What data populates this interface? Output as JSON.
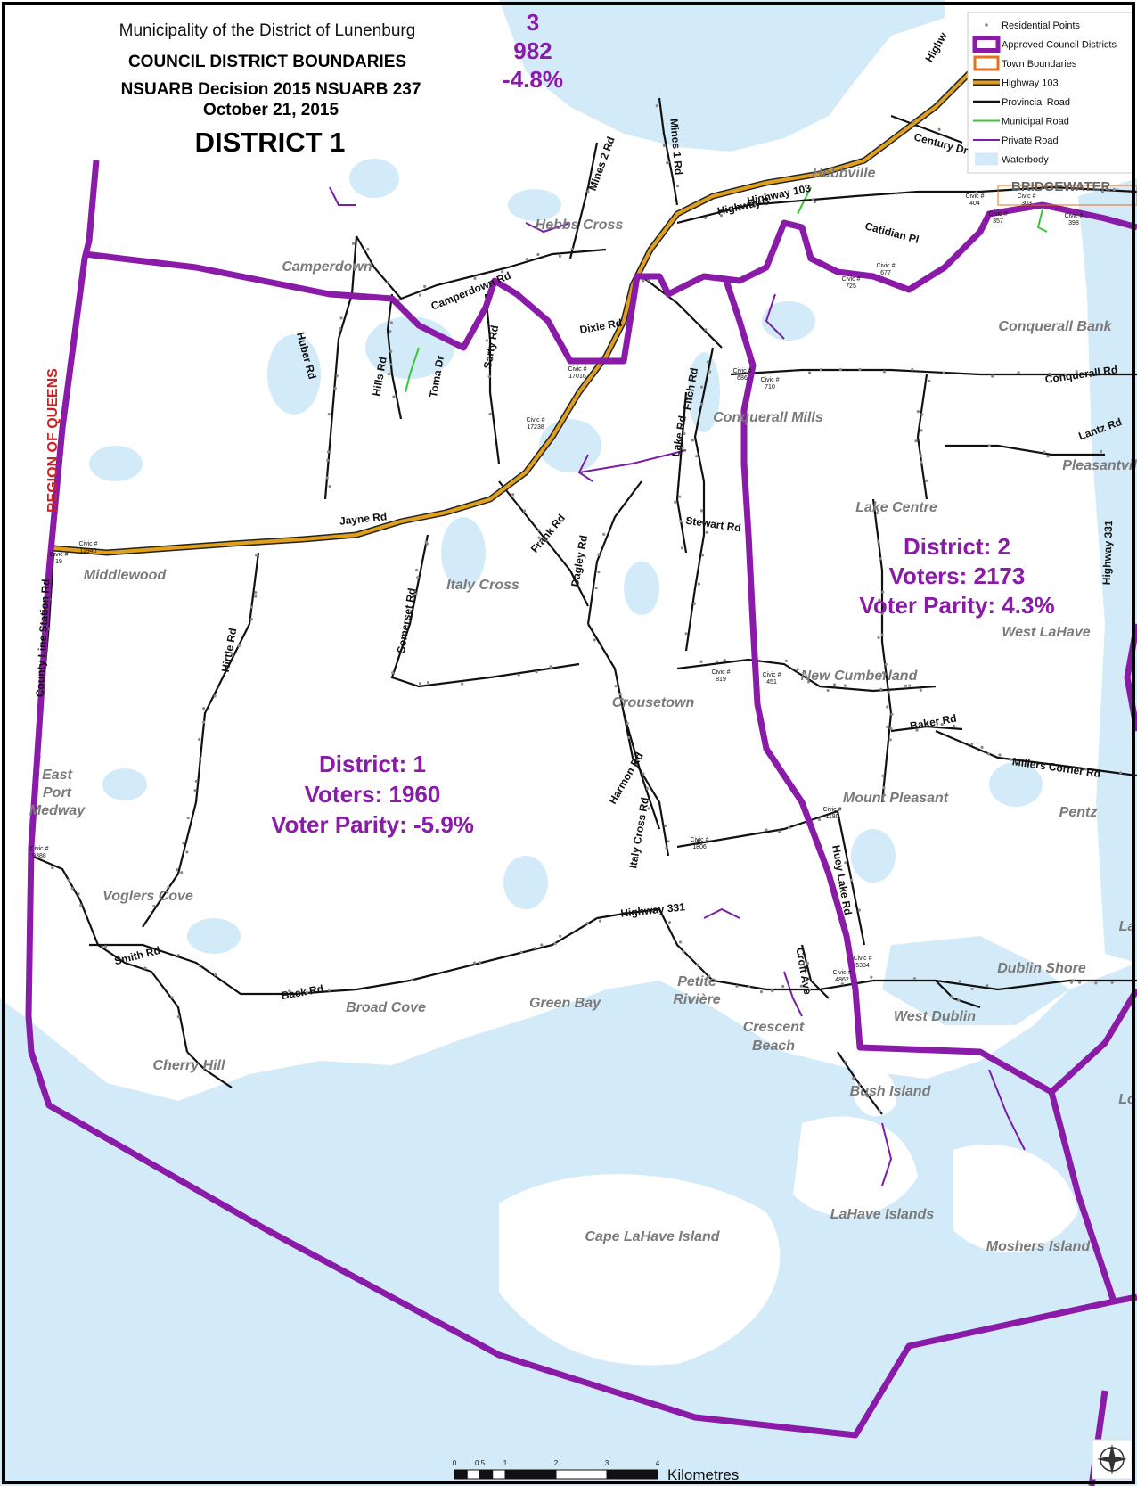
{
  "header": {
    "line1": "Municipality of the District of Lunenburg",
    "line2": "COUNCIL DISTRICT BOUNDARIES",
    "line3": "NSUARB Decision 2015 NSUARB 237",
    "line4": "October 21, 2015",
    "title": "DISTRICT 1"
  },
  "legend": {
    "items": [
      {
        "label": "Residential Points",
        "symbol": "point"
      },
      {
        "label": "Approved Council Districts",
        "symbol": "district"
      },
      {
        "label": "Town Boundaries",
        "symbol": "town"
      },
      {
        "label": "Highway 103",
        "symbol": "highway"
      },
      {
        "label": "Provincial Road",
        "symbol": "provincial"
      },
      {
        "label": "Municipal Road",
        "symbol": "municipal"
      },
      {
        "label": "Private Road",
        "symbol": "private"
      },
      {
        "label": "Waterbody",
        "symbol": "water"
      }
    ]
  },
  "colors": {
    "district_boundary": "#8a1aa8",
    "highway": "#e0a01a",
    "water": "#d3eaf8",
    "municipal": "#3ac63a",
    "private": "#7a1ea8",
    "town": "#e8701a",
    "place_label": "#7a7a7a",
    "region_label": "#cc2222"
  },
  "districts": [
    {
      "number": "District: 1",
      "voters": "Voters: 1960",
      "parity": "Voter Parity: -5.9%"
    },
    {
      "number": "District: 2",
      "voters": "Voters: 2173",
      "parity": "Voter Parity: 4.3%"
    },
    {
      "number": "3",
      "voters": "982",
      "parity": "-4.8%"
    }
  ],
  "region_label": "REGION OF QUEENS",
  "town_label": "BRIDGEWATER",
  "places": [
    "Camperdown",
    "Hebbs Cross",
    "Hebbville",
    "Conquerall Bank",
    "Conquerall Mills",
    "Pleasantvil",
    "Lake Centre",
    "Middlewood",
    "Italy Cross",
    "West LaHave",
    "New Cumberland",
    "Crousetown",
    "East",
    "Port",
    "Medway",
    "Mount Pleasant",
    "Pentz",
    "Voglers Cove",
    "Petite",
    "Rivière",
    "Broad Cove",
    "Green Bay",
    "Dublin Shore",
    "Crescent",
    "Beach",
    "West Dublin",
    "Cherry Hill",
    "Bush Island",
    "Lo",
    "La",
    "LaHave Islands",
    "Cape LaHave Island",
    "Moshers Island"
  ],
  "roads": [
    "Mines 2 Rd",
    "Mines 1 Rd",
    "Highway 103",
    "Highway 3",
    "Century Dr",
    "Catidian Pl",
    "Camperdown Rd",
    "Dixie Rd",
    "Huber Rd",
    "Hills Rd",
    "Toma Dr",
    "Sarty Rd",
    "Fitch Rd",
    "Conquerall Rd",
    "Lantz Rd",
    "Lake Rd",
    "Jayne Rd",
    "Frank Rd",
    "Dagley Rd",
    "Stewart Rd",
    "Highway 331",
    "Somerset Rd",
    "Hirtle Rd",
    "County Line Station Rd",
    "Baker Rd",
    "Millers Corner Rd",
    "Harmon Rd",
    "Italy Cross Rd",
    "Huey Lake Rd",
    "Smith Rd",
    "Back Rd",
    "Croft Ave",
    "Highway 331",
    "Highw"
  ],
  "civics": [
    "Civic # 11940",
    "Civic # 19",
    "Civic # 17016",
    "Civic # 17238",
    "Civic # 686",
    "Civic # 710",
    "Civic # 725",
    "Civic # 677",
    "Civic # 404",
    "Civic # 357",
    "Civic # 303",
    "Civic # 398",
    "Civic # 819",
    "Civic # 451",
    "Civic # 1180",
    "Civic # 1806",
    "Civic # 9388",
    "Civic # 4862",
    "Civic # 5334"
  ],
  "scale": {
    "ticks": [
      "0",
      "0.5",
      "1",
      "2",
      "3",
      "4"
    ],
    "unit": "Kilometres"
  }
}
